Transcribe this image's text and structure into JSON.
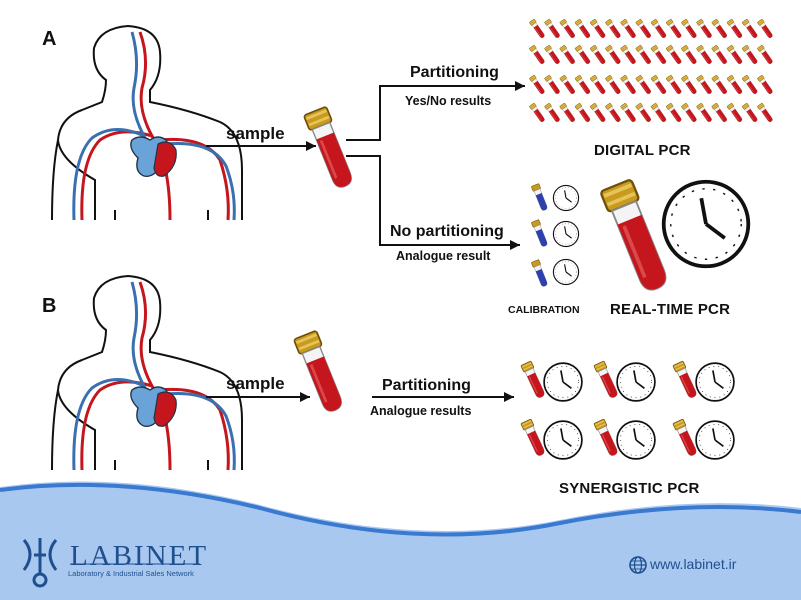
{
  "panels": {
    "a": "A",
    "b": "B"
  },
  "panel_a": {
    "sample_label": "sample",
    "upper_branch": {
      "label": "Partitioning",
      "sub": "Yes/No results",
      "result": "DIGITAL PCR"
    },
    "lower_branch": {
      "label": "No partitioning",
      "sub": "Analogue result",
      "result": "REAL-TIME PCR",
      "calibration": "CALIBRATION"
    }
  },
  "panel_b": {
    "sample_label": "sample",
    "branch": {
      "label": "Partitioning",
      "sub": "Analogue results",
      "result": "SYNERGISTIC PCR"
    }
  },
  "footer": {
    "logo_text": "LABINET",
    "logo_tagline": "Laboratory & Industrial Sales Network",
    "website": "www.labinet.ir"
  },
  "colors": {
    "blood": "#c4161c",
    "vein": "#3a6fb0",
    "heart": "#6aa3d8",
    "cap": "#c99a20",
    "calibration_tube": "#2e3fb0",
    "footer_wave": "#a9c8f0",
    "brand": "#1f4f8f"
  },
  "icons": [
    "human-silhouette",
    "blood-tube",
    "clock",
    "globe-icon",
    "labinet-logo"
  ]
}
